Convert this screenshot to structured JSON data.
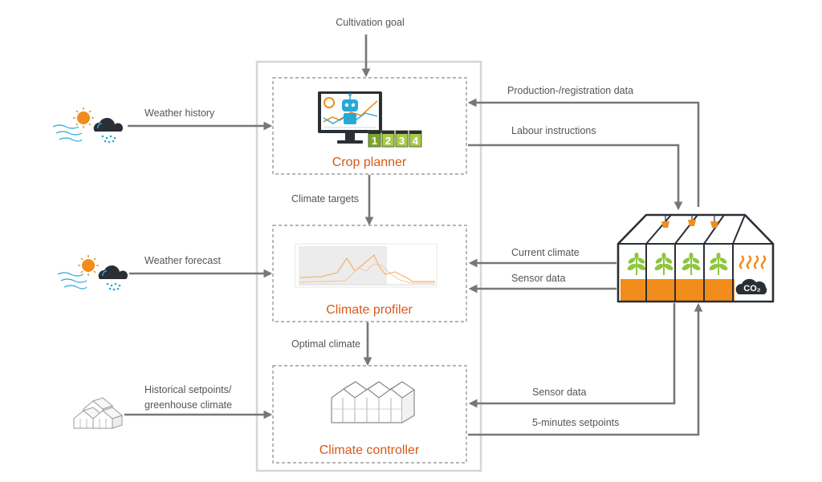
{
  "colors": {
    "accent": "#d55a1b",
    "arrow": "#777777",
    "text": "#555555",
    "greenhouse_fill": "#f28c1a",
    "plant": "#8dc63f"
  },
  "inputs": {
    "cultivation_goal": "Cultivation goal",
    "weather_history": "Weather history",
    "weather_forecast": "Weather forecast",
    "historical_setpoints_line1": "Historical setpoints/",
    "historical_setpoints_line2": "greenhouse climate"
  },
  "modules": {
    "crop_planner": {
      "title": "Crop planner",
      "calendar_days": [
        "1",
        "2",
        "3",
        "4"
      ]
    },
    "climate_profiler": {
      "title": "Climate profiler"
    },
    "climate_controller": {
      "title": "Climate controller"
    }
  },
  "internal_flows": {
    "climate_targets": "Climate targets",
    "optimal_climate": "Optimal climate"
  },
  "greenhouse_flows": {
    "production_registration": "Production-/registration data",
    "labour_instructions": "Labour instructions",
    "current_climate": "Current climate",
    "sensor_data_profiler": "Sensor data",
    "sensor_data_controller": "Sensor data",
    "setpoints": "5-minutes setpoints"
  },
  "greenhouse": {
    "co2_label": "CO₂"
  },
  "icons": [
    "sun-icon",
    "rain-cloud-icon",
    "wind-icon",
    "monitor-icon",
    "robot-icon",
    "calendar-icon",
    "greenhouse-icon",
    "greenhouse-grid-icon",
    "lamp-icon",
    "heat-icon",
    "co2-cloud-icon"
  ]
}
